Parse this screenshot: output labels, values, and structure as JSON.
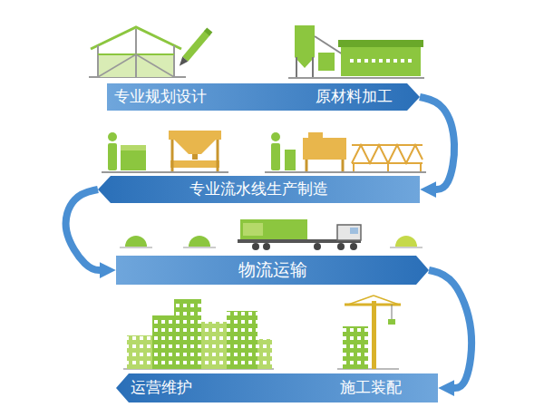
{
  "diagram": {
    "nodes": [
      {
        "text": [
          "专业规划设计",
          "原材料加工"
        ]
      },
      {
        "text": [
          "专业流水线生产制造"
        ]
      },
      {
        "text": [
          "物流运输"
        ]
      },
      {
        "text": [
          "运营维护",
          "施工装配"
        ]
      }
    ],
    "edges": [
      {
        "from": 0,
        "to": 1,
        "arrow": "to"
      },
      {
        "from": 1,
        "to": 2,
        "arrow": "to"
      },
      {
        "from": 2,
        "to": 3,
        "arrow": "to"
      }
    ]
  }
}
